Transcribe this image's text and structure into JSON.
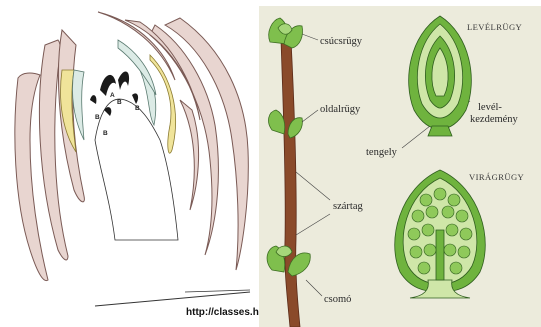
{
  "left_panel": {
    "markers": [
      "A",
      "B",
      "B",
      "B",
      "B"
    ],
    "source_url": "http://classes.h"
  },
  "right_panel": {
    "labels": {
      "csucsrugy": "csúcsrügy",
      "oldalrugy": "oldalrügy",
      "szartag": "szártag",
      "csomo": "csomó",
      "levelrugy": "LEVÉLRÜGY",
      "levelkezdemeny_1": "levél-",
      "levelkezdemeny_2": "kezdemény",
      "tengely": "tengely",
      "viragrugy": "VIRÁGRÜGY"
    },
    "colors": {
      "background": "#ecebdc",
      "stem": "#8a4a2a",
      "bud_green": "#7fbf4d",
      "light_green": "#cfe6a8"
    }
  }
}
